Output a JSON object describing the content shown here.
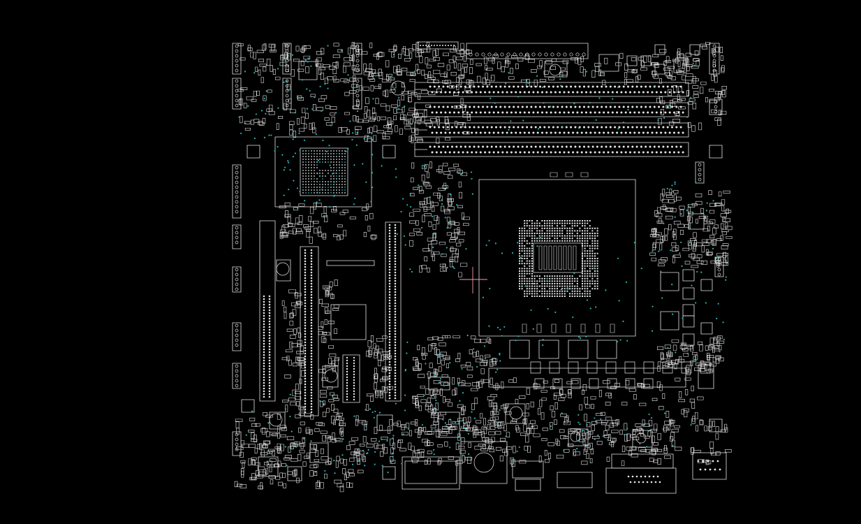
{
  "viewer": {
    "background": "#000000"
  },
  "colors": {
    "outline": "#e6e6e6",
    "via": "#2fb3b3",
    "cursor": "#ff9aa8"
  },
  "board": {
    "components": [
      {
        "kind": "bga-chip",
        "name": "pch-chipset"
      },
      {
        "kind": "cpu-socket",
        "name": "cpu-socket"
      },
      {
        "kind": "dimm-slot",
        "name": "dimm-slot",
        "count": 4
      },
      {
        "kind": "pcie-slot",
        "name": "pcie-slot",
        "count": 3
      },
      {
        "kind": "vrm-inductor",
        "name": "vrm-inductor"
      },
      {
        "kind": "io-connector",
        "name": "rear-io-connector"
      },
      {
        "kind": "passive",
        "name": "smd-passive"
      }
    ]
  },
  "cursor": {
    "icon": "crosshair-icon"
  }
}
